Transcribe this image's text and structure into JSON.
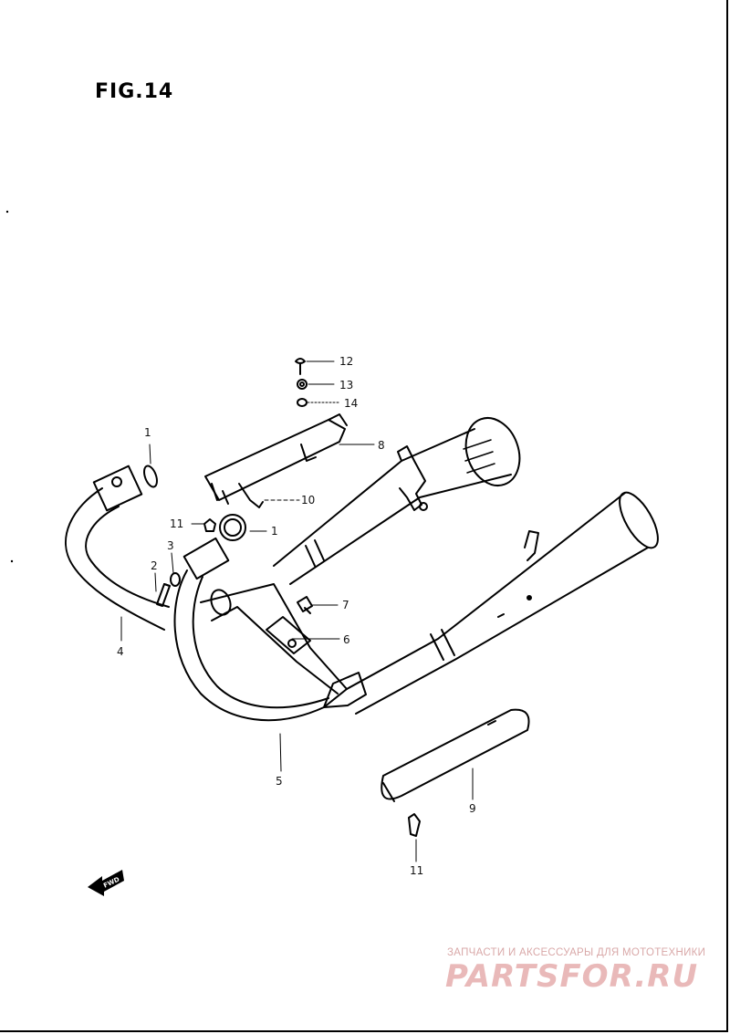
{
  "figure": {
    "title": "FIG.14"
  },
  "callouts": [
    {
      "id": "c1a",
      "text": "1"
    },
    {
      "id": "c2",
      "text": "2"
    },
    {
      "id": "c3",
      "text": "3"
    },
    {
      "id": "c4",
      "text": "4"
    },
    {
      "id": "c5",
      "text": "5"
    },
    {
      "id": "c1b",
      "text": "1"
    },
    {
      "id": "c6",
      "text": "6"
    },
    {
      "id": "c7",
      "text": "7"
    },
    {
      "id": "c8",
      "text": "8"
    },
    {
      "id": "c9",
      "text": "9"
    },
    {
      "id": "c10",
      "text": "10"
    },
    {
      "id": "c11a",
      "text": "11"
    },
    {
      "id": "c11b",
      "text": "11"
    },
    {
      "id": "c12",
      "text": "12"
    },
    {
      "id": "c13",
      "text": "13"
    },
    {
      "id": "c14",
      "text": "14"
    }
  ],
  "fwd_arrow": {
    "text": "FWD"
  },
  "watermark": {
    "tagline": "ЗАПЧАСТИ И АКСЕССУАРЫ ДЛЯ МОТОТЕХНИКИ",
    "logo": "PARTSFOR.RU"
  }
}
